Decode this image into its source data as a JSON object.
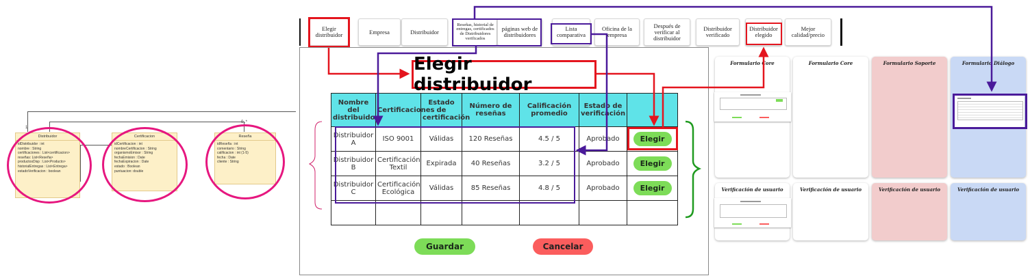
{
  "uml": {
    "classes": [
      {
        "title": "Distribuidor",
        "attrs": [
          "idDistribuidor : int",
          "nombre : String",
          "certificaciones : List<certificacion>",
          "reseñas: List<Reseña>",
          "productosDisp : List<Producto>",
          "historialEntregas : List<Entrega>",
          "estadoVerificacion : boolean"
        ]
      },
      {
        "title": "Certificacion",
        "attrs": [
          "idCertificacion : int",
          "nombreCertificacion : String",
          "organismoEmisor : String",
          "fechaEmision : Date",
          "fechaExpiracion : Date",
          "estado : Boolean",
          "puntuacion: double"
        ]
      },
      {
        "title": "Reseña",
        "attrs": [
          "idReseña : int",
          "comentario : String",
          "calificacion : int (1-5)",
          "fecha : Date",
          "cliente : String"
        ]
      }
    ],
    "multiplicity_1": "1",
    "multiplicity_2": "0..*"
  },
  "nav": {
    "items": [
      "Elegir distribuidor",
      "Empresa",
      "Distribuidor",
      "Reseñas, historial de entregas, certificados de Distribuidores verificados",
      "páginas web de distribuidores",
      "Lista comparativa",
      "Oficina de la empresa",
      "Después de verificar al distribuidor",
      "Distribuidor verificado",
      "Distribuidor elegido",
      "Mejor calidad/precio"
    ]
  },
  "mockup": {
    "title": "Elegir distribuidor",
    "table": {
      "headers": [
        "Nombre del distribuidor",
        "Certificaciones",
        "Estado de certificación",
        "Número de reseñas",
        "Calificación promedio",
        "Estado de verificación",
        ""
      ],
      "rows": [
        [
          "Distribuidor A",
          "ISO 9001",
          "Válidas",
          "120 Reseñas",
          "4.5 / 5",
          "Aprobado",
          "Elegir"
        ],
        [
          "Distribuidor B",
          "Certificación Textil",
          "Expirada",
          "40 Reseñas",
          "3.2 / 5",
          "Aprobado",
          "Elegir"
        ],
        [
          "Distribuidor C",
          "Certificación Ecológica",
          "Válidas",
          "85 Reseñas",
          "4.8 / 5",
          "Aprobado",
          "Elegir"
        ]
      ]
    },
    "save_label": "Guardar",
    "cancel_label": "Cancelar"
  },
  "cards": {
    "row1": [
      "Formulario Core",
      "Formulario Core",
      "Formulario Soporte",
      "Formulario Diálogo"
    ],
    "row2": [
      "Verificación de usuario",
      "Verificación de usuario",
      "Verificación de usuario",
      "Verificación de usuario"
    ]
  },
  "colors": {
    "highlight_red": "#e4151e",
    "highlight_purple": "#4a1a9a",
    "highlight_green": "#1f9a1f",
    "highlight_pink": "#e6177f",
    "header_cyan": "#5fe3e8",
    "button_green": "#7ddc58",
    "button_red": "#fb5d5d",
    "card_pink": "#f2cccc",
    "card_blue": "#c9d9f5"
  }
}
